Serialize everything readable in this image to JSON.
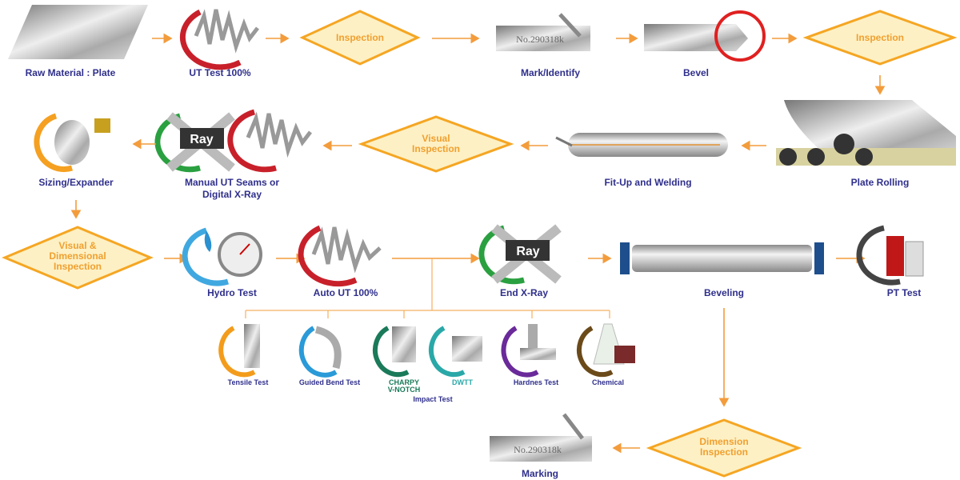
{
  "steps": {
    "raw_material": "Raw Material : Plate",
    "ut_test": "UT Test 100%",
    "inspection_1": "Inspection",
    "mark_identify": "Mark/Identify",
    "plate_marking_text": "No.290318k",
    "bevel": "Bevel",
    "inspection_2": "Inspection",
    "plate_rolling": "Plate Rolling",
    "fit_up_welding": "Fit-Up and Welding",
    "visual_inspection": [
      "Visual",
      "Inspection"
    ],
    "manual_ut": [
      "Manual UT Seams or",
      "Digital X-Ray"
    ],
    "xray_badge": "Ray",
    "sizing_expander": "Sizing/Expander",
    "visual_dimensional": [
      "Visual &",
      "Dimensional",
      "Inspection"
    ],
    "hydro_test": "Hydro Test",
    "auto_ut": "Auto UT 100%",
    "end_xray": "End X-Ray",
    "beveling": "Beveling",
    "pt_test": "PT Test",
    "dimension_inspection": [
      "Dimension",
      "Inspection"
    ],
    "marking": "Marking"
  },
  "tests": {
    "tensile": "Tensile Test",
    "guided_bend": "Guided Bend Test",
    "charpy": [
      "CHARPY",
      "V-NOTCH"
    ],
    "dwtt": "DWTT",
    "hardness": "Hardnes Test",
    "chemical": "Chemical",
    "impact": "Impact Test"
  },
  "colors": {
    "arrow": "#f39c3c",
    "diamond_fill": "#fdf0c4",
    "diamond_border": "#f5a623",
    "label": "#2f2f8c",
    "charpy": "#1a7a5a"
  }
}
